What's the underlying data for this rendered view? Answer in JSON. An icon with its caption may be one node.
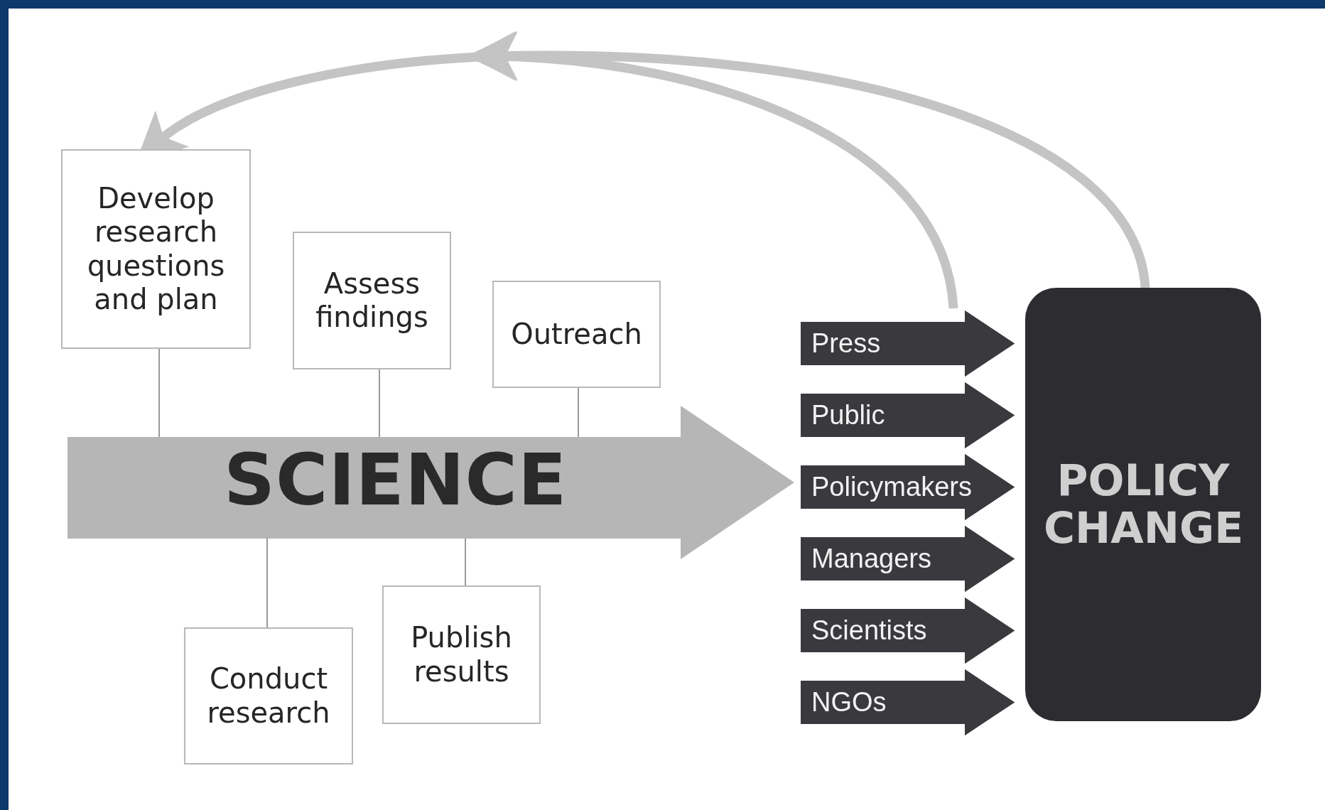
{
  "diagram": {
    "nodes": [
      {
        "text": [
          "Develop research questions and plan"
        ]
      },
      {
        "text": [
          "Assess findings"
        ]
      },
      {
        "text": [
          "Outreach"
        ]
      },
      {
        "text": [
          "SCIENCE"
        ]
      },
      {
        "text": [
          "Conduct research"
        ]
      },
      {
        "text": [
          "Publish results"
        ]
      },
      {
        "text": [
          "Press"
        ]
      },
      {
        "text": [
          "Public"
        ]
      },
      {
        "text": [
          "Policymakers"
        ]
      },
      {
        "text": [
          "Managers"
        ]
      },
      {
        "text": [
          "Scientists"
        ]
      },
      {
        "text": [
          "NGOs"
        ]
      },
      {
        "text": [
          "POLICY CHANGE"
        ]
      }
    ],
    "edges": [
      {
        "from": 0,
        "to": 3,
        "arrow": "none"
      },
      {
        "from": 1,
        "to": 3,
        "arrow": "none"
      },
      {
        "from": 2,
        "to": 3,
        "arrow": "none"
      },
      {
        "from": 4,
        "to": 3,
        "arrow": "none"
      },
      {
        "from": 5,
        "to": 3,
        "arrow": "none"
      },
      {
        "from": 6,
        "to": 0,
        "arrow": "to",
        "style": "thick",
        "color": "#c4c4c4"
      },
      {
        "from": 12,
        "to": 0,
        "arrow": "to",
        "style": "thick",
        "color": "#c4c4c4"
      }
    ]
  }
}
